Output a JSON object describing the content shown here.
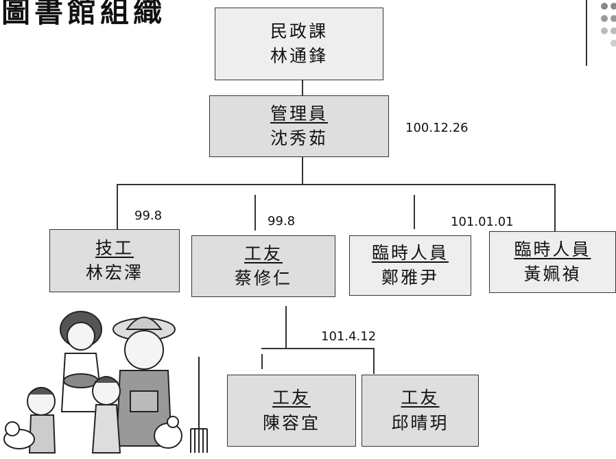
{
  "title": "圖書館組織",
  "nodes": {
    "top": {
      "line1": "民政課",
      "line2": "林通鋒"
    },
    "manager": {
      "role": "管理員",
      "name": "沈秀茹"
    },
    "tech": {
      "role": "技工",
      "name": "林宏澤"
    },
    "worker1": {
      "role": "工友",
      "name": "蔡修仁"
    },
    "temp1": {
      "role": "臨時人員",
      "name": "鄭雅尹"
    },
    "temp2": {
      "role": "臨時人員",
      "name": "黃姵禎"
    },
    "worker2": {
      "role": "工友",
      "name": "陳容宜"
    },
    "worker3": {
      "role": "工友",
      "name": "邱晴玥"
    }
  },
  "dates": {
    "manager": "100.12.26",
    "tech": "99.8",
    "worker1": "99.8",
    "temps": "101.01.01",
    "workers_bottom": "101.4.12"
  }
}
